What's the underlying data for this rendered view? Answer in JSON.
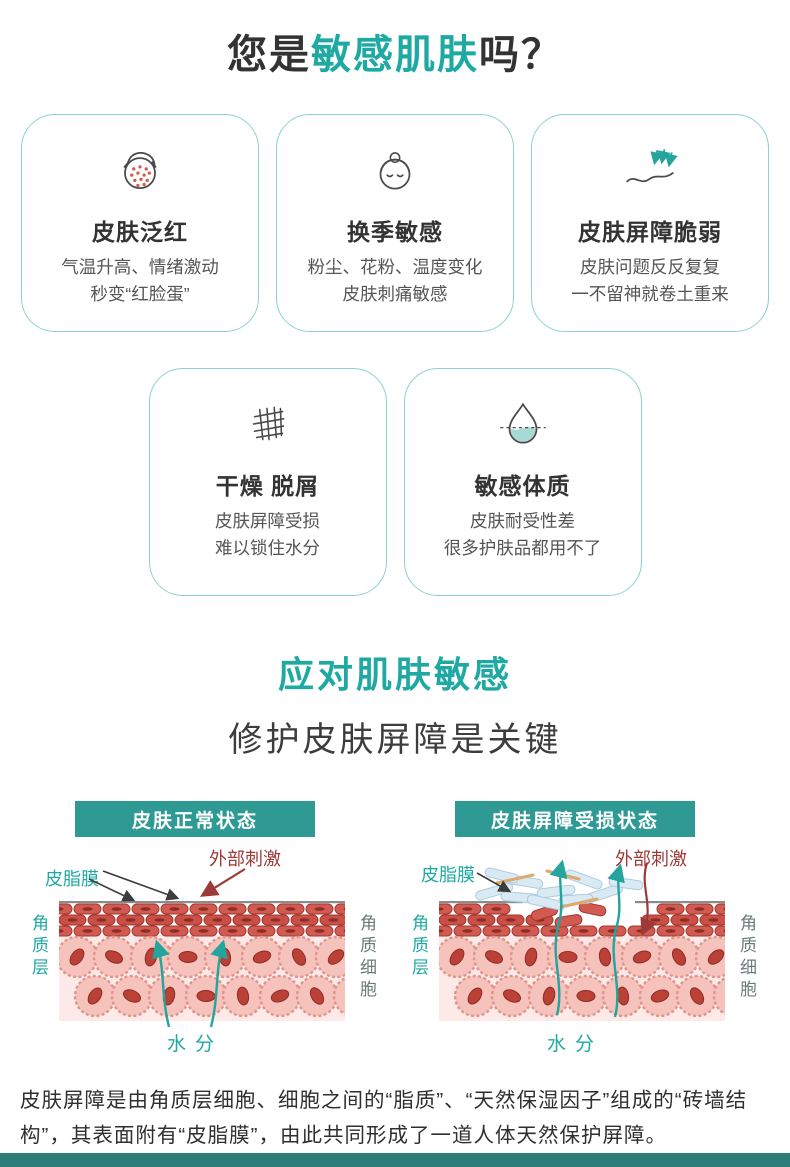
{
  "title": {
    "prefix": "您是",
    "highlight": "敏感肌肤",
    "suffix": "吗？"
  },
  "cards": [
    {
      "icon": "flushed-face-icon",
      "title": "皮肤泛红",
      "line1": "气温升高、情绪激动",
      "line2": "秒变“红脸蛋”"
    },
    {
      "icon": "season-face-icon",
      "title": "换季敏感",
      "line1": "粉尘、花粉、温度变化",
      "line2": "皮肤刺痛敏感"
    },
    {
      "icon": "weak-barrier-icon",
      "title": "皮肤屏障脆弱",
      "line1": "皮肤问题反反复复",
      "line2": "一不留神就卷土重来"
    },
    {
      "icon": "dry-mesh-icon",
      "title": "干燥 脱屑",
      "line1": "皮肤屏障受损",
      "line2": "难以锁住水分"
    },
    {
      "icon": "droplet-icon",
      "title": "敏感体质",
      "line1": "皮肤耐受性差",
      "line2": "很多护肤品都用不了"
    }
  ],
  "section": {
    "teal_heading": "应对肌肤敏感",
    "dark_heading": "修护皮肤屏障是关键"
  },
  "diagrams": {
    "normal": {
      "header": "皮肤正常状态",
      "sebum_label": "皮脂膜",
      "stimulus_label": "外部刺激",
      "stratum_label": "角质层",
      "cell_label": "角质细胞",
      "water_label": "水分"
    },
    "damaged": {
      "header": "皮肤屏障受损状态",
      "sebum_label": "皮脂膜",
      "stimulus_label": "外部刺激",
      "stratum_label": "角质层",
      "cell_label": "角质细胞",
      "water_label": "水分"
    }
  },
  "description": "皮肤屏障是由角质层细胞、细胞之间的“脂质”、“天然保湿因子”组成的“砖墙结构”，其表面附有“皮脂膜”，由此共同形成了一道人体天然保护屏障。",
  "colors": {
    "accent": "#1fa9a3",
    "maroon": "#9c3a38",
    "header_bar": "#2e9a93",
    "card_border": "#8ed2cd",
    "footer_bar": "#2c7d78"
  }
}
